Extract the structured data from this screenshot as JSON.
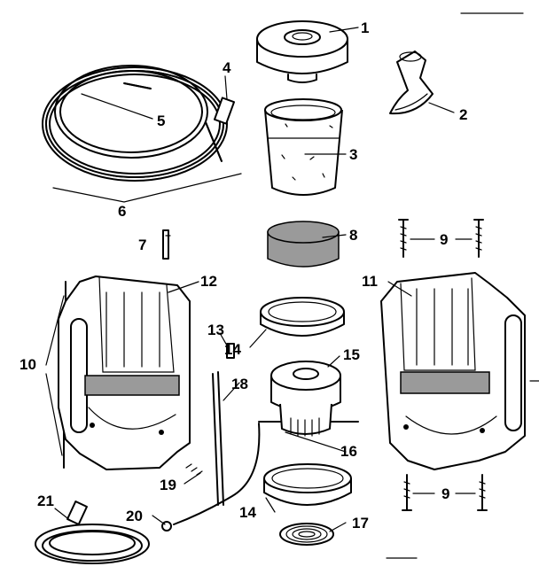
{
  "diagram": {
    "callouts": [
      {
        "id": "c1",
        "text": "1"
      },
      {
        "id": "c2",
        "text": "2"
      },
      {
        "id": "c3",
        "text": "3"
      },
      {
        "id": "c4",
        "text": "4"
      },
      {
        "id": "c5",
        "text": "5"
      },
      {
        "id": "c6",
        "text": "6"
      },
      {
        "id": "c7",
        "text": "7"
      },
      {
        "id": "c8",
        "text": "8"
      },
      {
        "id": "c9a",
        "text": "9"
      },
      {
        "id": "c9b",
        "text": "9"
      },
      {
        "id": "c10",
        "text": "10"
      },
      {
        "id": "c11",
        "text": "11"
      },
      {
        "id": "c12",
        "text": "12"
      },
      {
        "id": "c13",
        "text": "13"
      },
      {
        "id": "c14a",
        "text": "14"
      },
      {
        "id": "c14b",
        "text": "14"
      },
      {
        "id": "c15",
        "text": "15"
      },
      {
        "id": "c16",
        "text": "16"
      },
      {
        "id": "c17",
        "text": "17"
      },
      {
        "id": "c18",
        "text": "18"
      },
      {
        "id": "c19",
        "text": "19"
      },
      {
        "id": "c20",
        "text": "20"
      },
      {
        "id": "c21",
        "text": "21"
      }
    ]
  }
}
